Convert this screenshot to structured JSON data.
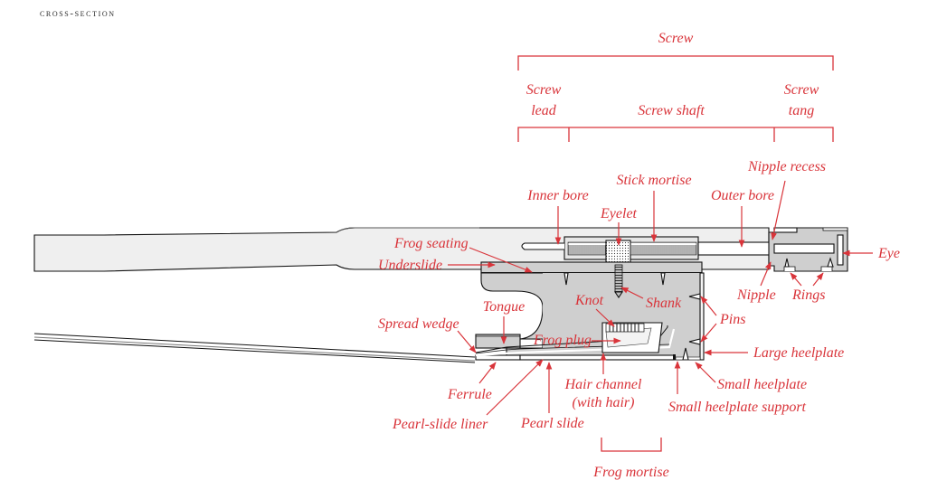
{
  "heading": "cross-section",
  "colors": {
    "label": "#d9343a",
    "stick_fill": "#efefef",
    "frog_fill": "#cfcfcf",
    "outline": "#111111"
  },
  "brackets": {
    "screw": "Screw",
    "screw_lead_1": "Screw",
    "screw_lead_2": "lead",
    "screw_shaft": "Screw shaft",
    "screw_tang_1": "Screw",
    "screw_tang_2": "tang",
    "frog_mortise": "Frog mortise"
  },
  "labels": {
    "inner_bore": "Inner bore",
    "stick_mortise": "Stick mortise",
    "eyelet": "Eyelet",
    "outer_bore": "Outer bore",
    "nipple_recess": "Nipple recess",
    "eye": "Eye",
    "frog_seating": "Frog seating",
    "underslide": "Underslide",
    "nipple": "Nipple",
    "rings": "Rings",
    "knot": "Knot",
    "shank": "Shank",
    "tongue": "Tongue",
    "pins": "Pins",
    "spread_wedge": "Spread wedge",
    "frog_plug": "Frog plug",
    "large_heelplate": "Large heelplate",
    "hair_channel_1": "Hair channel",
    "hair_channel_2": "(with hair)",
    "small_heelplate": "Small heelplate",
    "ferrule": "Ferrule",
    "small_heelplate_support": "Small heelplate support",
    "pearl_slide_liner": "Pearl-slide liner",
    "pearl_slide": "Pearl slide"
  }
}
